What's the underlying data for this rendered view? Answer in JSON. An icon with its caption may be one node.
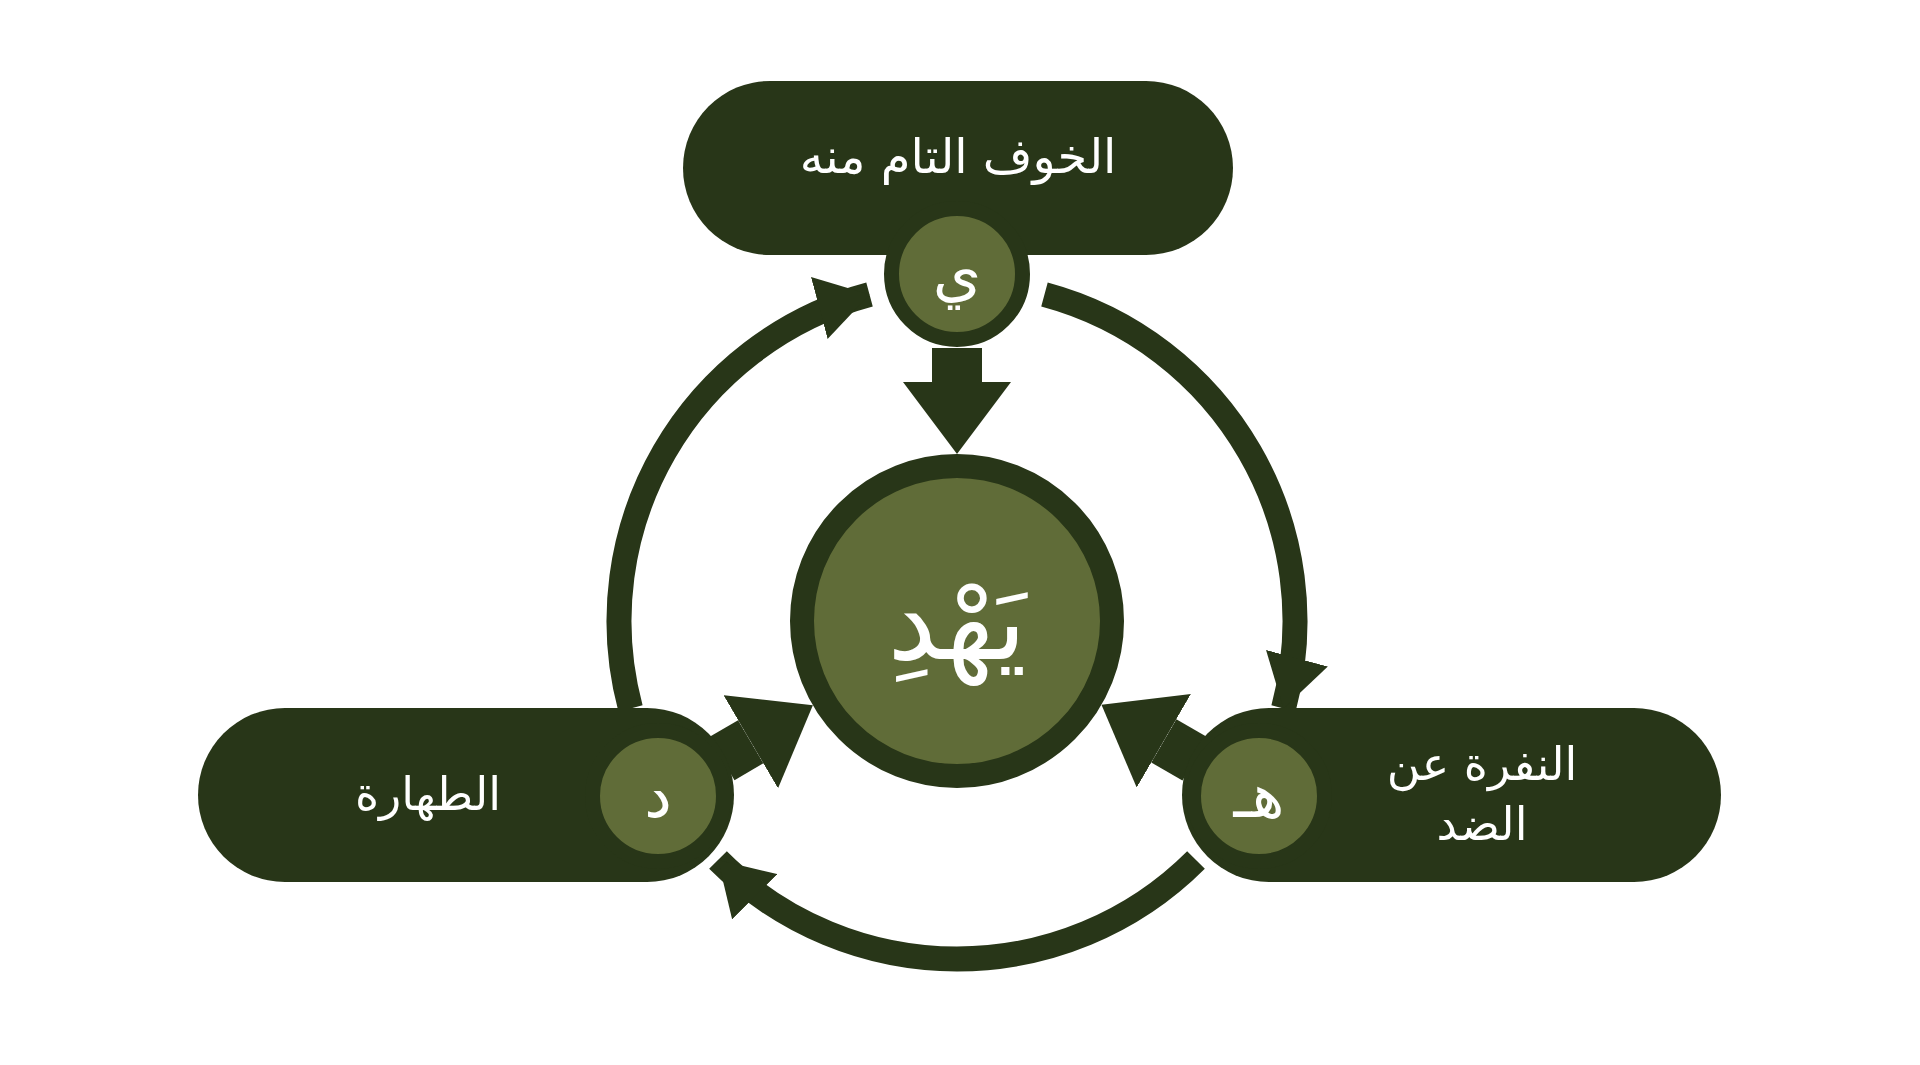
{
  "diagram": {
    "nodes": [
      {
        "text": [
          "الخوف التام منه"
        ]
      },
      {
        "text": [
          "ي"
        ]
      },
      {
        "text": [
          "يَهْدِ"
        ]
      },
      {
        "text": [
          "النفرة عن الضد"
        ]
      },
      {
        "text": [
          "هـ"
        ],
        "in": 3
      },
      {
        "text": [
          "الطهارة"
        ]
      },
      {
        "text": [
          "د"
        ],
        "in": 5
      }
    ],
    "edges": [
      {
        "from": 1,
        "to": 2,
        "arrow": "to",
        "style": "thick"
      },
      {
        "from": 4,
        "to": 2,
        "arrow": "to",
        "style": "thick"
      },
      {
        "from": 6,
        "to": 2,
        "arrow": "to",
        "style": "thick"
      },
      {
        "from": 1,
        "to": 4,
        "arrow": "to"
      },
      {
        "from": 4,
        "to": 6,
        "arrow": "to"
      },
      {
        "from": 6,
        "to": 1,
        "arrow": "to"
      }
    ]
  }
}
